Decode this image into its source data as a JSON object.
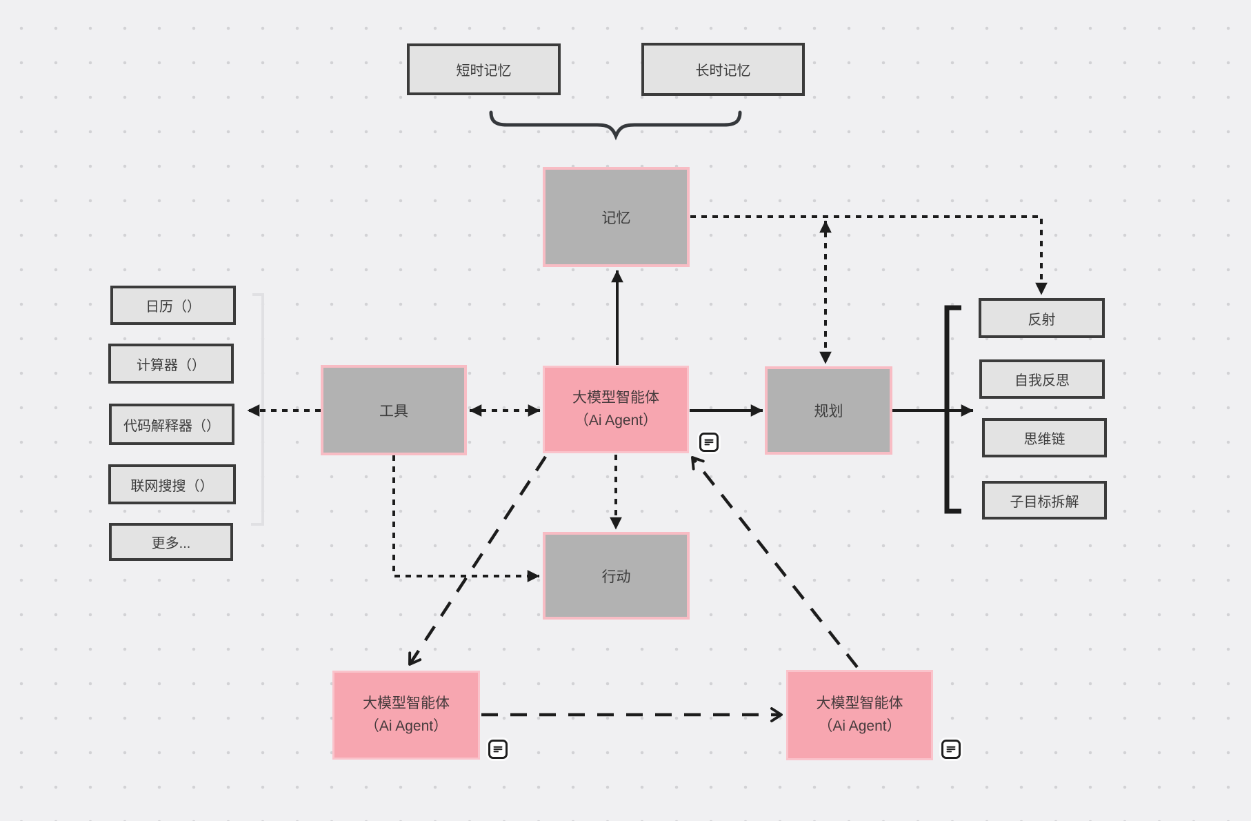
{
  "memory_sources": {
    "short_term": "短时记忆",
    "long_term": "长时记忆"
  },
  "nodes": {
    "memory": "记忆",
    "tools": "工具",
    "planning": "规划",
    "action": "行动"
  },
  "agents": {
    "center": {
      "line1": "大模型智能体",
      "line2": "（Ai Agent）"
    },
    "bottom_left": {
      "line1": "大模型智能体",
      "line2": "（Ai Agent）"
    },
    "bottom_right": {
      "line1": "大模型智能体",
      "line2": "（Ai Agent）"
    }
  },
  "tool_items": [
    "日历（）",
    "计算器（）",
    "代码解释器（）",
    "联网搜搜（）",
    "更多..."
  ],
  "planning_items": [
    "反射",
    "自我反思",
    "思维链",
    "子目标拆解"
  ],
  "icons": {
    "note": "note-icon (document with text lines)"
  },
  "colors": {
    "background": "#f0f0f2",
    "grid_dot": "#d2d2d5",
    "agent_fill": "#f7a6b0",
    "pink_border": "#f8bcc4",
    "gray_node_fill": "#b2b2b2",
    "list_box_fill": "#e3e3e3",
    "list_box_border": "#3b3b3b",
    "line": "#1c1c1c",
    "light_bracket": "#e0e0e3"
  }
}
